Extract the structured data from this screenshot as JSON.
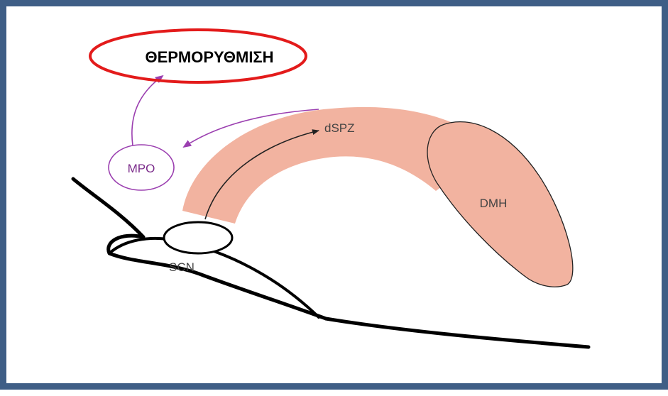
{
  "title": "ΘΕΡΜΟΡΥΘΜΙΣΗ",
  "labels": {
    "dspz": "dSPZ",
    "mpo": "MPO",
    "dmh": "DMH",
    "scn": "SCN"
  },
  "colors": {
    "frame": "#3f5e86",
    "highlight_ellipse": "#e31b1b",
    "band_fill": "#f2b3a0",
    "mpo_pathway": "#9b3fb0"
  }
}
